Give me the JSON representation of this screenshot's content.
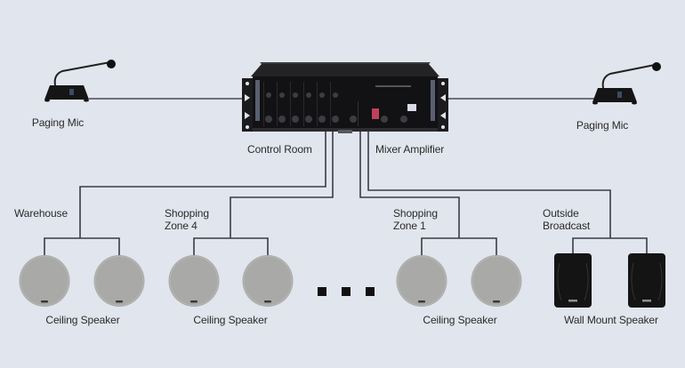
{
  "diagram": {
    "title": "Public Address System Wiring",
    "colors": {
      "background": "#e1e5ed",
      "wire": "#3a3d45",
      "mic_wire": "#6b7180",
      "ceiling_speaker": "#a9aaa8",
      "wall_speaker": "#141414",
      "amplifier": "#1a1a1c"
    },
    "head_end": {
      "name": "Mixer Amplifier",
      "location": "Control Room",
      "labels": {
        "location": "Control Room",
        "device": "Mixer Amplifier"
      }
    },
    "inputs": [
      {
        "id": "mic-left",
        "label": "Paging Mic",
        "icon": "paging-microphone-icon"
      },
      {
        "id": "mic-right",
        "label": "Paging Mic",
        "icon": "paging-microphone-icon"
      }
    ],
    "zones": [
      {
        "id": "warehouse",
        "label_lines": [
          "Warehouse"
        ],
        "speaker_type": "Ceiling Speaker",
        "speaker_count": 2,
        "icon": "ceiling-speaker-icon"
      },
      {
        "id": "shopping-zone-4",
        "label_lines": [
          "Shopping",
          "Zone 4"
        ],
        "speaker_type": "Ceiling Speaker",
        "speaker_count": 2,
        "icon": "ceiling-speaker-icon"
      },
      {
        "id": "shopping-zone-1",
        "label_lines": [
          "Shopping",
          "Zone 1"
        ],
        "speaker_type": "Ceiling Speaker",
        "speaker_count": 2,
        "icon": "ceiling-speaker-icon"
      },
      {
        "id": "outside-broadcast",
        "label_lines": [
          "Outside",
          "Broadcast"
        ],
        "speaker_type": "Wall Mount Speaker",
        "speaker_count": 2,
        "icon": "wall-mount-speaker-icon"
      }
    ],
    "speaker_group_labels": [
      "Ceiling Speaker",
      "Ceiling Speaker",
      "Ceiling Speaker",
      "Wall Mount Speaker"
    ],
    "ellipsis": "more zones omitted (three dots)"
  }
}
